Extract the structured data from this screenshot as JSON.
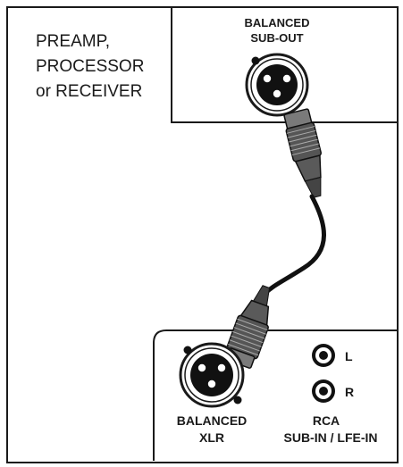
{
  "device_label": {
    "line1": "PREAMP,",
    "line2": "PROCESSOR",
    "line3": "or RECEIVER"
  },
  "source_output": {
    "line1": "BALANCED",
    "line2": "SUB-OUT"
  },
  "sub_inputs": {
    "xlr_label_line1": "BALANCED",
    "xlr_label_line2": "XLR",
    "rca_left": "L",
    "rca_right": "R",
    "rca_label_line1": "RCA",
    "rca_label_line2": "SUB-IN / LFE-IN"
  }
}
